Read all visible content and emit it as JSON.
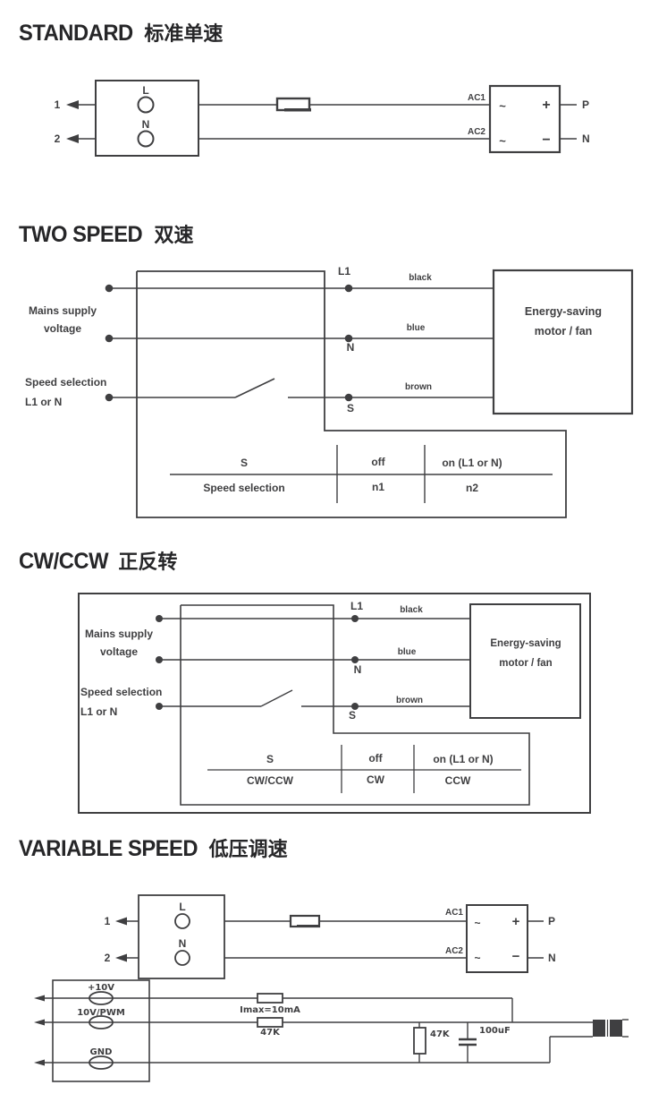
{
  "standard": {
    "title_en": "STANDARD",
    "title_zh": "标准单速",
    "terminal_1": "1",
    "terminal_2": "2",
    "live": "L",
    "neutral": "N",
    "ac1": "AC1",
    "ac2": "AC2",
    "tilde1": "~",
    "tilde2": "~",
    "plus": "+",
    "minus": "−",
    "out_p": "P",
    "out_n": "N"
  },
  "two_speed": {
    "title_en": "TWO SPEED",
    "title_zh": "双速",
    "mains_line1": "Mains supply",
    "mains_line2": "voltage",
    "speed_line1": "Speed selection",
    "speed_line2": "L1 or N",
    "l1": "L1",
    "n": "N",
    "s": "S",
    "black": "black",
    "blue": "blue",
    "brown": "brown",
    "motor_line1": "Energy-saving",
    "motor_line2": "motor / fan",
    "table": {
      "h_s": "S",
      "h_off": "off",
      "h_on": "on (L1 or N)",
      "r_label": "Speed selection",
      "r_off": "n1",
      "r_on": "n2"
    }
  },
  "cw_ccw": {
    "title_en": "CW/CCW",
    "title_zh": "正反转",
    "mains_line1": "Mains supply",
    "mains_line2": "voltage",
    "speed_line1": "Speed selection",
    "speed_line2": "L1 or N",
    "l1": "L1",
    "n": "N",
    "s": "S",
    "black": "black",
    "blue": "blue",
    "brown": "brown",
    "motor_line1": "Energy-saving",
    "motor_line2": "motor / fan",
    "table": {
      "h_s": "S",
      "h_off": "off",
      "h_on": "on (L1 or N)",
      "r_label": "CW/CCW",
      "r_off": "CW",
      "r_on": "CCW"
    }
  },
  "variable": {
    "title_en": "VARIABLE SPEED",
    "title_zh": "低压调速",
    "terminal_1": "1",
    "terminal_2": "2",
    "live": "L",
    "neutral": "N",
    "ac1": "AC1",
    "ac2": "AC2",
    "tilde1": "~",
    "tilde2": "~",
    "plus": "+",
    "minus": "−",
    "out_p": "P",
    "out_n": "N",
    "low_voltage": {
      "t_10v": "+10V",
      "t_pwm": "10V/PWM",
      "t_gnd": "GND",
      "imax": "Imax=10mA",
      "r_series": "47K",
      "r_shunt": "47K",
      "cap": "100uF"
    }
  }
}
